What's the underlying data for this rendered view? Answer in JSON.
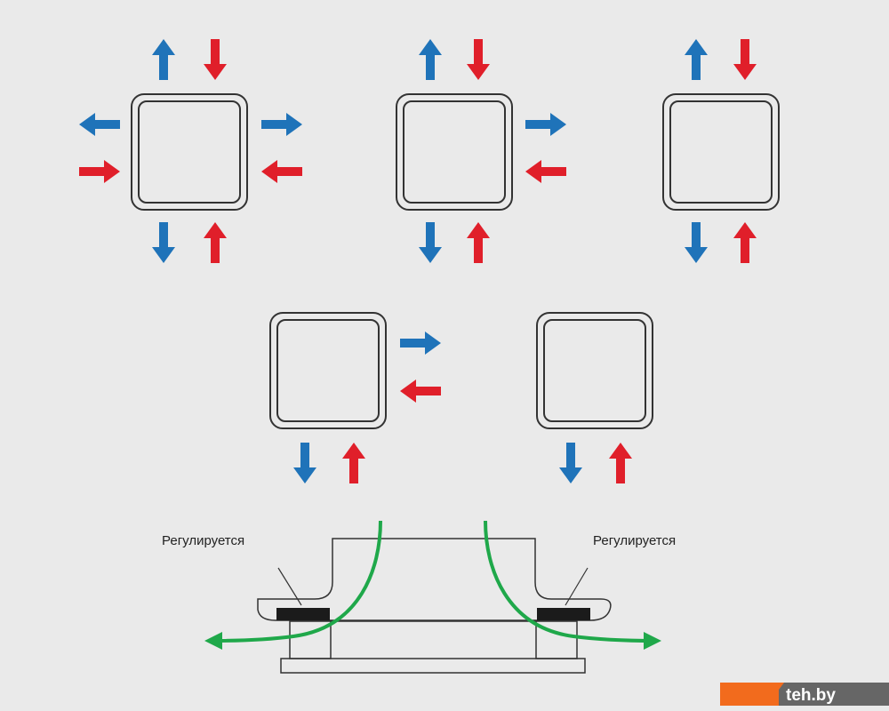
{
  "colors": {
    "background": "#eaeaea",
    "outflow_arrow": "#1f73b9",
    "inflow_arrow": "#e01f2a",
    "airflow": "#1fa84a",
    "outline": "#333333",
    "brand_orange": "#f26b1d",
    "brand_dark": "#666666"
  },
  "diffusers": [
    {
      "id": "four-way",
      "flow_sides": [
        "top",
        "right",
        "bottom",
        "left"
      ]
    },
    {
      "id": "three-way",
      "flow_sides": [
        "top",
        "right",
        "bottom"
      ]
    },
    {
      "id": "two-way",
      "flow_sides": [
        "top",
        "bottom"
      ]
    },
    {
      "id": "corner-two-way",
      "flow_sides": [
        "right",
        "bottom"
      ]
    },
    {
      "id": "one-way",
      "flow_sides": [
        "bottom"
      ]
    }
  ],
  "arrow_legend": {
    "outflow": "blue-arrow-icon",
    "inflow": "red-arrow-icon"
  },
  "cross_section": {
    "left_label": "Регулируется",
    "right_label": "Регулируется"
  },
  "brand": {
    "logo_text": "teh.by"
  }
}
